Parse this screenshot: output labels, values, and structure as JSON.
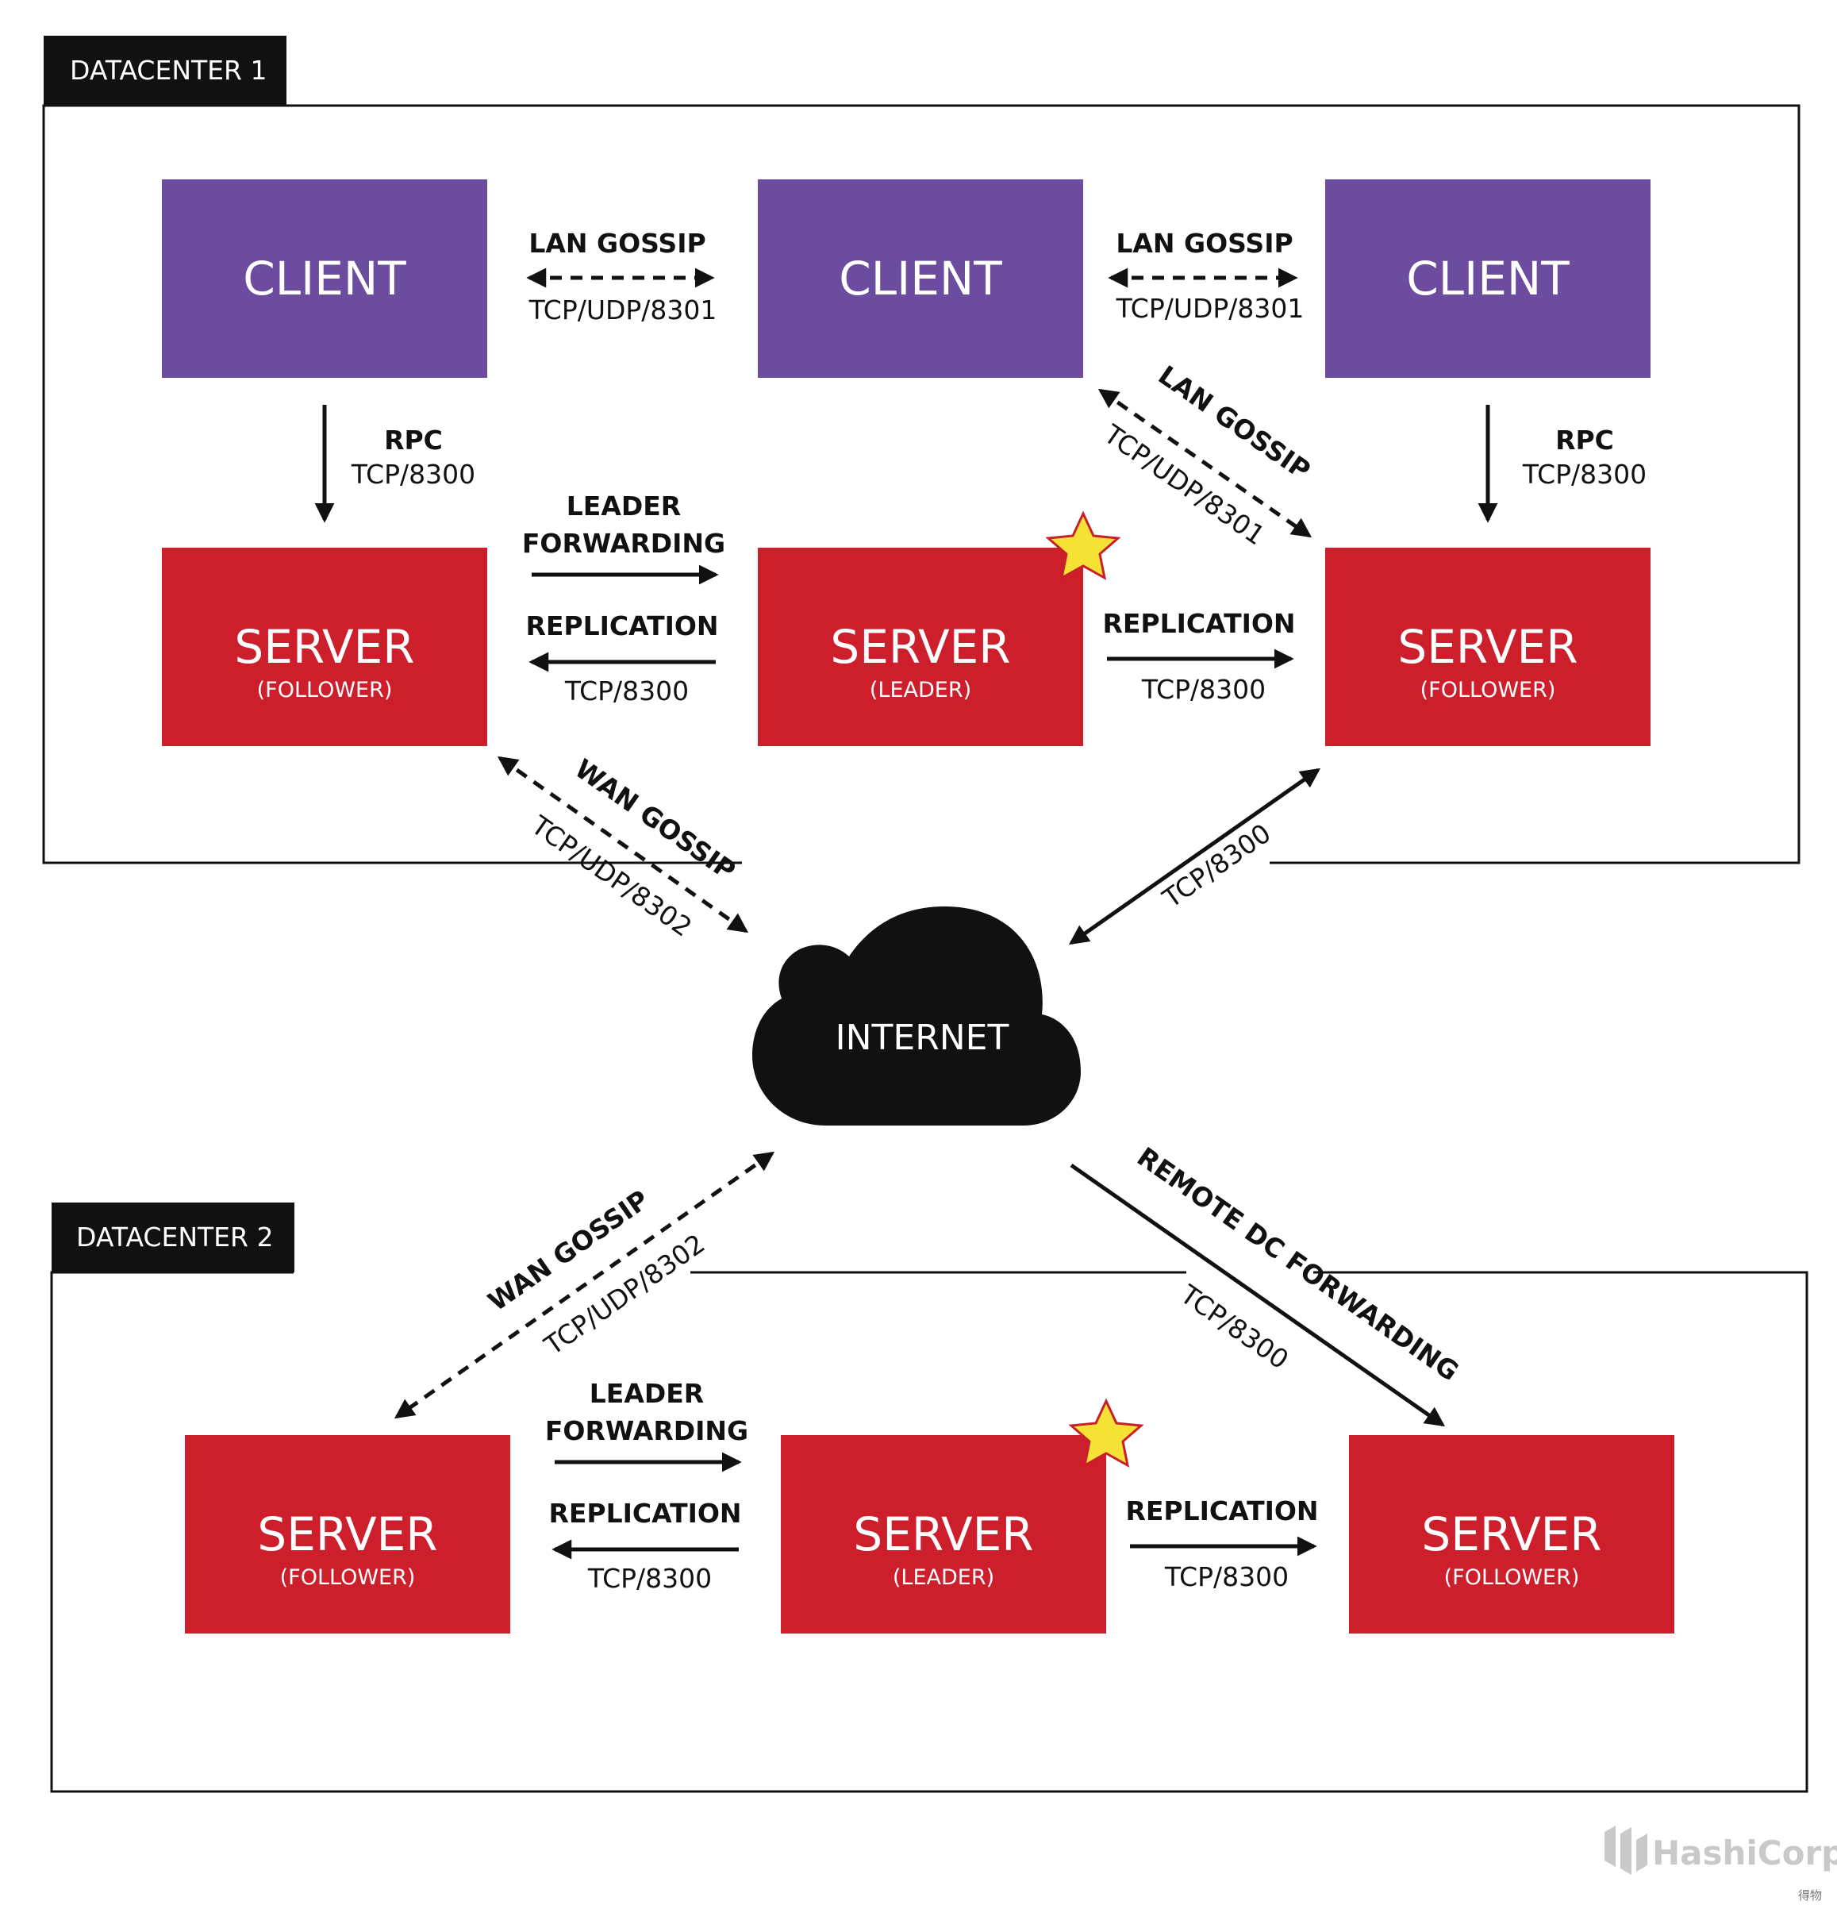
{
  "colors": {
    "client": "#6b4c9f",
    "server": "#cd1f2b",
    "star": "#f6e135",
    "star_stroke": "#c8202a",
    "ink": "#111111"
  },
  "datacenters": [
    {
      "label": "DATACENTER 1"
    },
    {
      "label": "DATACENTER 2"
    }
  ],
  "dc1": {
    "clients": [
      {
        "title": "CLIENT"
      },
      {
        "title": "CLIENT"
      },
      {
        "title": "CLIENT"
      }
    ],
    "servers": [
      {
        "title": "SERVER",
        "role": "(FOLLOWER)"
      },
      {
        "title": "SERVER",
        "role": "(LEADER)"
      },
      {
        "title": "SERVER",
        "role": "(FOLLOWER)"
      }
    ]
  },
  "dc2": {
    "servers": [
      {
        "title": "SERVER",
        "role": "(FOLLOWER)"
      },
      {
        "title": "SERVER",
        "role": "(LEADER)"
      },
      {
        "title": "SERVER",
        "role": "(FOLLOWER)"
      }
    ]
  },
  "labels": {
    "lan_gossip": "LAN GOSSIP",
    "tcp_udp_8301": "TCP/UDP/8301",
    "rpc": "RPC",
    "tcp_8300": "TCP/8300",
    "leader": "LEADER",
    "forwarding": "FORWARDING",
    "replication": "REPLICATION",
    "wan_gossip": "WAN GOSSIP",
    "tcp_udp_8302": "TCP/UDP/8302",
    "remote_dc_forwarding": "REMOTE DC FORWARDING"
  },
  "cloud": {
    "label": "INTERNET"
  },
  "brand": {
    "name": "HashiCorp",
    "watermark": "得物"
  },
  "icons": {
    "leader_marker": "star-icon",
    "brand_logo": "hashicorp-logo-icon"
  }
}
